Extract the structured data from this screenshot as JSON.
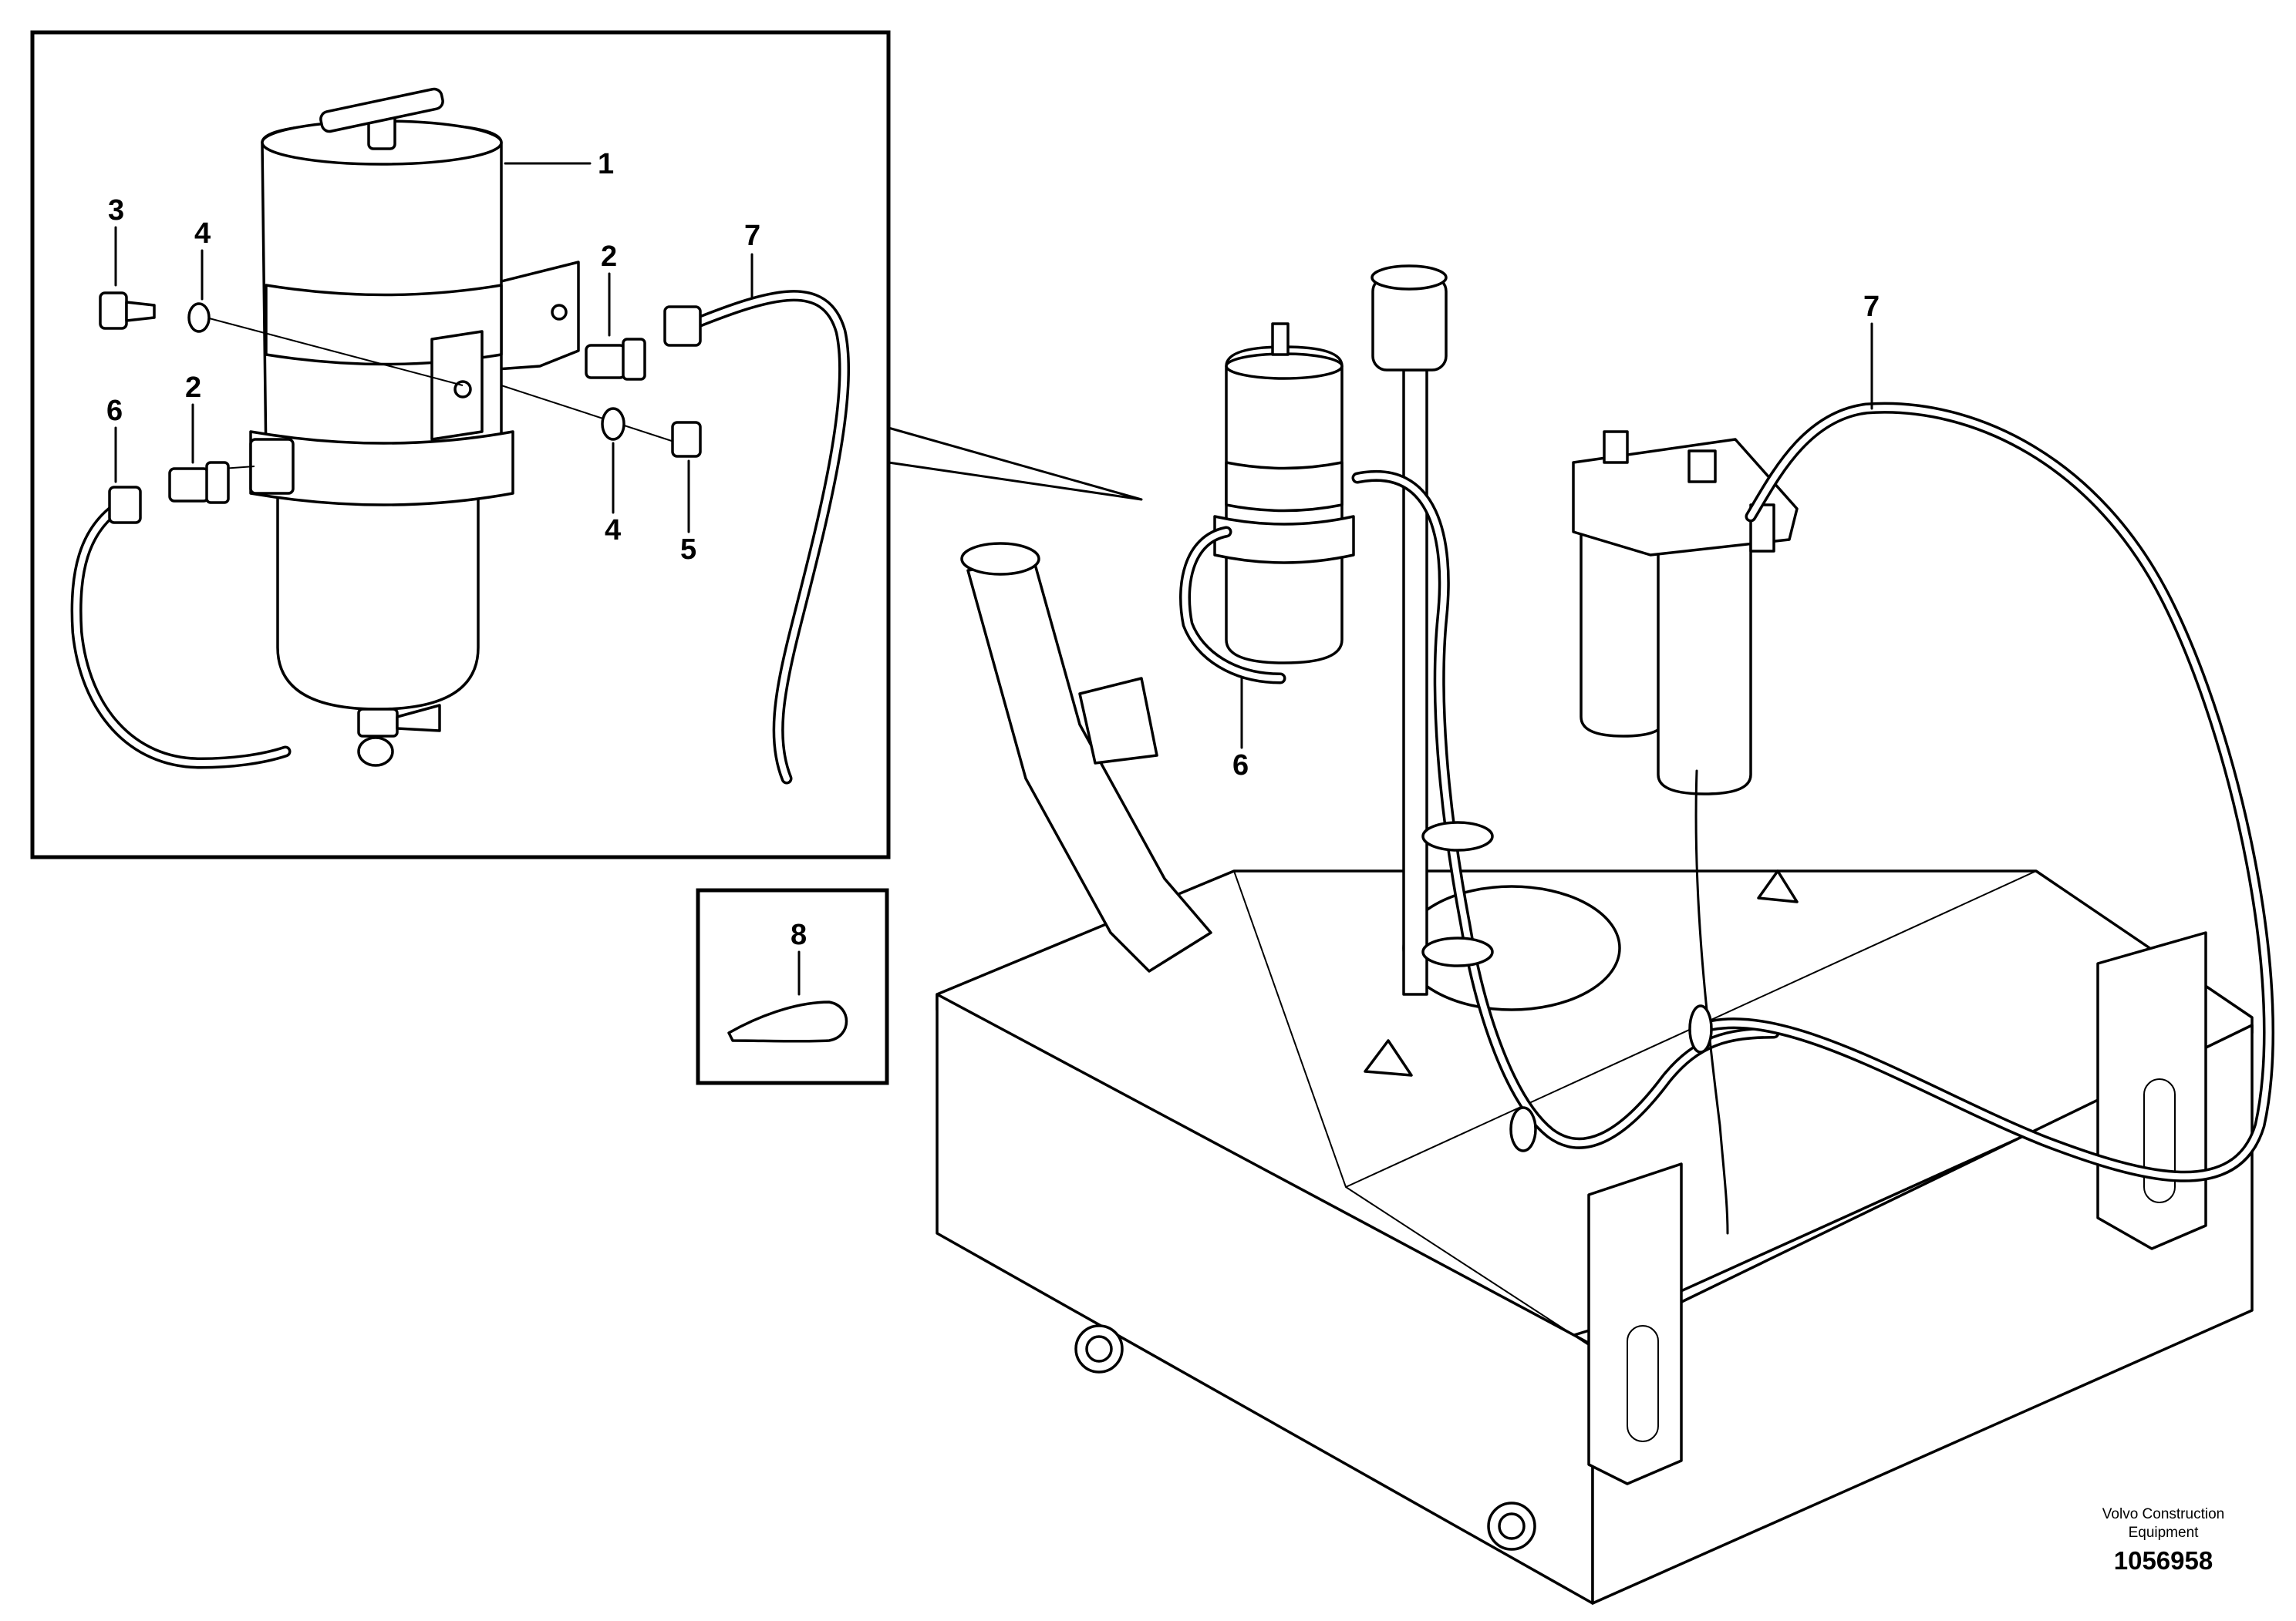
{
  "callouts": {
    "inset_1": "1",
    "inset_2a": "2",
    "inset_2b": "2",
    "inset_3": "3",
    "inset_4a": "4",
    "inset_4b": "4",
    "inset_5": "5",
    "inset_6": "6",
    "inset_7": "7",
    "main_6": "6",
    "main_7": "7",
    "detail_8": "8"
  },
  "footer": {
    "credit_line_1": "Volvo Construction",
    "credit_line_2": "Equipment",
    "document_number": "1056958"
  },
  "colors": {
    "ink": "#000000",
    "paper": "#ffffff"
  }
}
